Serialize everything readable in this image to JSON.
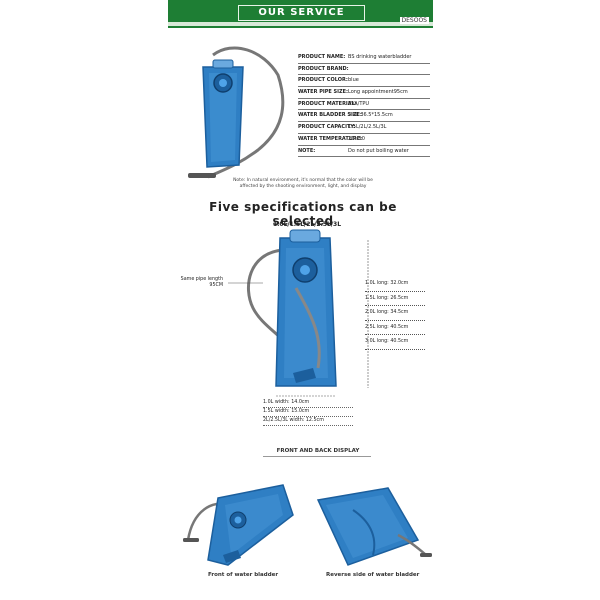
{
  "header": {
    "title": "OUR SERVICE",
    "brand": "DESOOS"
  },
  "specs": [
    {
      "label": "PRODUCT NAME:",
      "value": "BS drinking waterbladder"
    },
    {
      "label": "PRODUCT BRAND:",
      "value": ""
    },
    {
      "label": "PRODUCT COLOR:",
      "value": "blue"
    },
    {
      "label": "WATER PIPE SIZE:",
      "value": "Long appointment95cm"
    },
    {
      "label": "PRODUCT MATERIAL:",
      "value": "EVA/TPU"
    },
    {
      "label": "WATER BLADDER SIZE:",
      "value": "3.0L 36.5*15.5cm"
    },
    {
      "label": "PRODUCT CAPACITY:",
      "value": "1.5L/2L/2.5L/3L"
    },
    {
      "label": "WATER TEMPERATURE:",
      "value": "20~50"
    },
    {
      "label": "NOTE:",
      "value": "Do not put boiling water"
    }
  ],
  "note": "Note: In natural environment, it's normal that the color will be affected by the shooting environment, light, and display",
  "main_title": "Five specifications can be selected",
  "sizes": "1.0L/1.5L/2L/2.5L/3L",
  "pipe_label": "Same pipe length 95CM",
  "lengths": [
    "1.0L long: 32.0cm",
    "1.5L long: 26.5cm",
    "2.0L long: 34.5cm",
    "2.5L long: 40.5cm",
    "3.0L long: 40.5cm"
  ],
  "widths": [
    "1.0L width: 14.0cm",
    "1.5L width: 15.0cm",
    "2L/2.5L/3L width: 12.5cm"
  ],
  "fb_title": "FRONT AND BACK DISPLAY",
  "captions": {
    "front": "Front of water bladder",
    "back": "Reverse side of water bladder"
  },
  "colors": {
    "header_green": "#1e7e34",
    "bladder_blue": "#2f7fc4",
    "bladder_dark": "#1c5f9d"
  }
}
